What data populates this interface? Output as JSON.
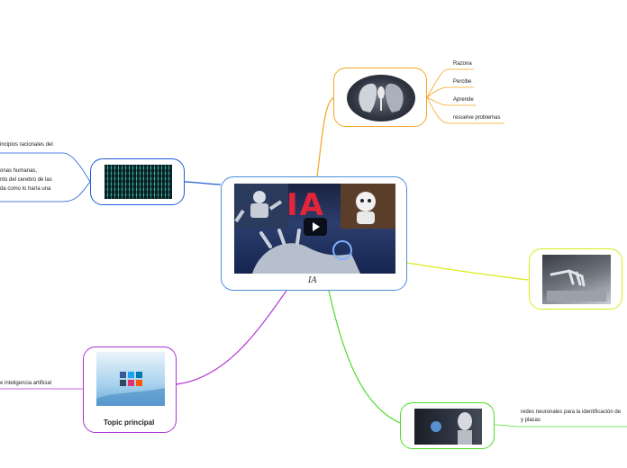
{
  "central": {
    "title": "IA",
    "banner_text": "IA"
  },
  "branches": {
    "top_right": {
      "color": "#f5a623",
      "items": [
        "Razona",
        "Percibe",
        "Aprende",
        "resuelve problemas"
      ]
    },
    "left": {
      "color": "#1e5bd6",
      "text_lines": [
        "incipios racionales del",
        "onas humanas,",
        "nto del cerebro de las",
        "da como lo haría una"
      ]
    },
    "bottom_left": {
      "color": "#b030d0",
      "title": "Topic principal",
      "text": "e inteligencia artificial"
    },
    "bottom_right": {
      "color": "#4ddb2a",
      "text_lines": [
        "redes neuronales para la identificación de",
        "y placas"
      ]
    },
    "right": {
      "color": "#d9ec1c"
    }
  }
}
